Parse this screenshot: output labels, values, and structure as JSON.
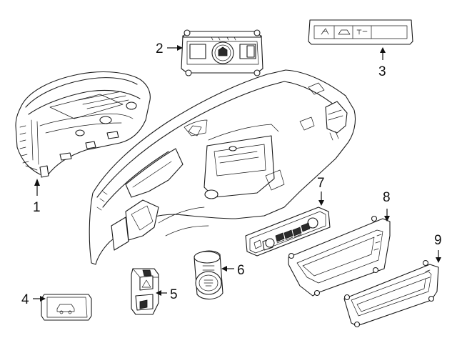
{
  "figure": {
    "description_parts": [
      {
        "id": "1",
        "label": "1"
      },
      {
        "id": "2",
        "label": "2"
      },
      {
        "id": "3",
        "label": "3"
      },
      {
        "id": "4",
        "label": "4"
      },
      {
        "id": "5",
        "label": "5"
      },
      {
        "id": "6",
        "label": "6"
      },
      {
        "id": "7",
        "label": "7"
      },
      {
        "id": "8",
        "label": "8"
      },
      {
        "id": "9",
        "label": "9"
      }
    ],
    "icons": {
      "switch3_button_a": "person-airbag-icon",
      "switch3_button_b": "car-roof-icon",
      "switch3_button_c": "sensor-icon",
      "switch4_symbol": "car-icon",
      "switch5_symbol": "hazard-triangle-icon",
      "switch2_symbol": "headlight-icon",
      "switch6_symbol": "start-stop-icon"
    },
    "colors": {
      "line": "#1a1a1a",
      "background": "#ffffff"
    }
  }
}
